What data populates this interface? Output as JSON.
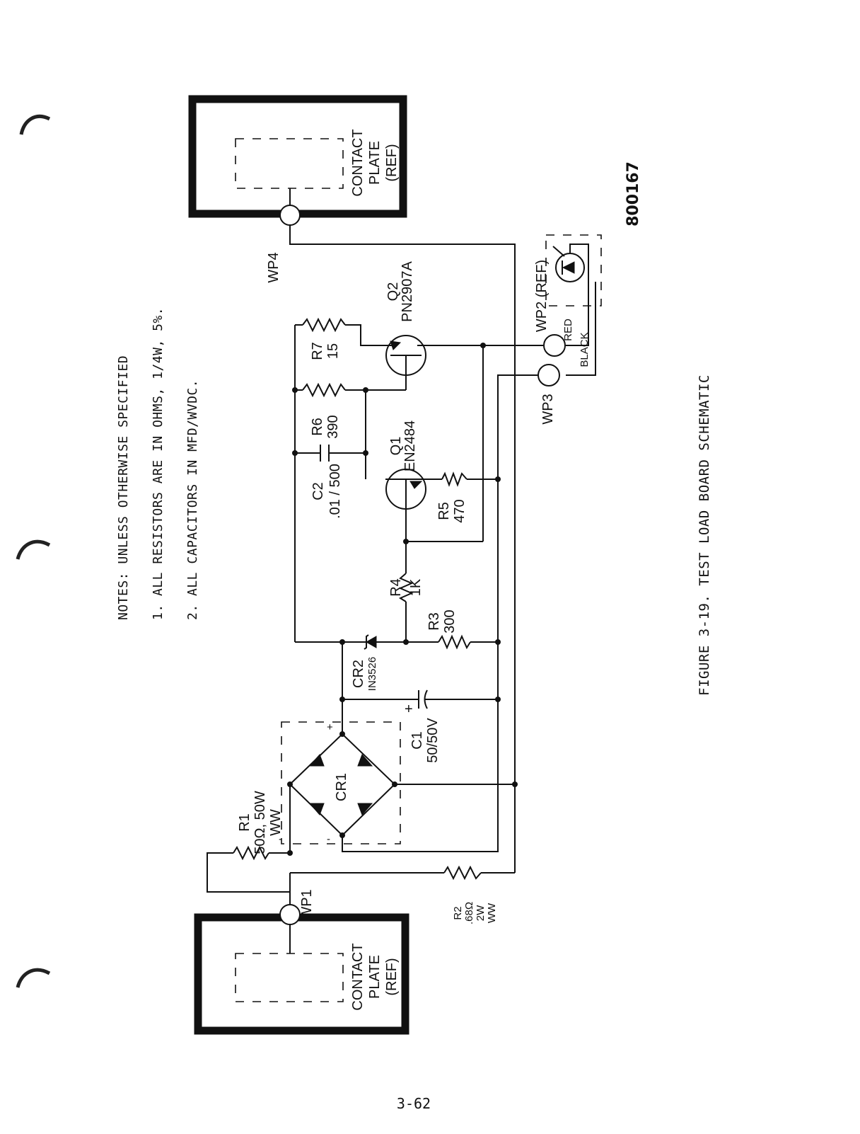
{
  "notes": {
    "title": "NOTES:  UNLESS OTHERWISE SPECIFIED",
    "items": [
      "1.  ALL RESISTORS ARE IN OHMS, 1/4W, 5%.",
      "2.  ALL CAPACITORS IN MFD/WVDC."
    ]
  },
  "drawing_number": "800167",
  "figure_caption": "FIGURE 3-19.  TEST LOAD BOARD SCHEMATIC",
  "page_number": "3-62",
  "contact_plate": {
    "line1": "CONTACT",
    "line2": "PLATE",
    "line3": "(REF)"
  },
  "terminals": {
    "wp1": "WP1",
    "wp2": "WP2 (REF)",
    "wp3": "WP3",
    "wp4": "WP4"
  },
  "wires": {
    "red": "RED",
    "black": "BLACK"
  },
  "components": {
    "r1": {
      "ref": "R1",
      "value": "50Ω, 50W",
      "note": "WW"
    },
    "r2": {
      "ref": "R2",
      "value": ".68Ω",
      "power": "2W",
      "note": "WW"
    },
    "r3": {
      "ref": "R3",
      "value": "300"
    },
    "r4": {
      "ref": "R4",
      "value": "1K"
    },
    "r5": {
      "ref": "R5",
      "value": "470"
    },
    "r6": {
      "ref": "R6",
      "value": "390"
    },
    "r7": {
      "ref": "R7",
      "value": "15"
    },
    "c1": {
      "ref": "C1",
      "value": "50/50V"
    },
    "c2": {
      "ref": "C2",
      "value": ".01 / 500"
    },
    "cr1": {
      "ref": "CR1"
    },
    "cr2": {
      "ref": "CR2",
      "part": "IN3526"
    },
    "q1": {
      "ref": "Q1",
      "part": "EN2484"
    },
    "q2": {
      "ref": "Q2",
      "part": "PN2907A"
    }
  },
  "polarity": {
    "plus": "+",
    "minus": "-"
  }
}
